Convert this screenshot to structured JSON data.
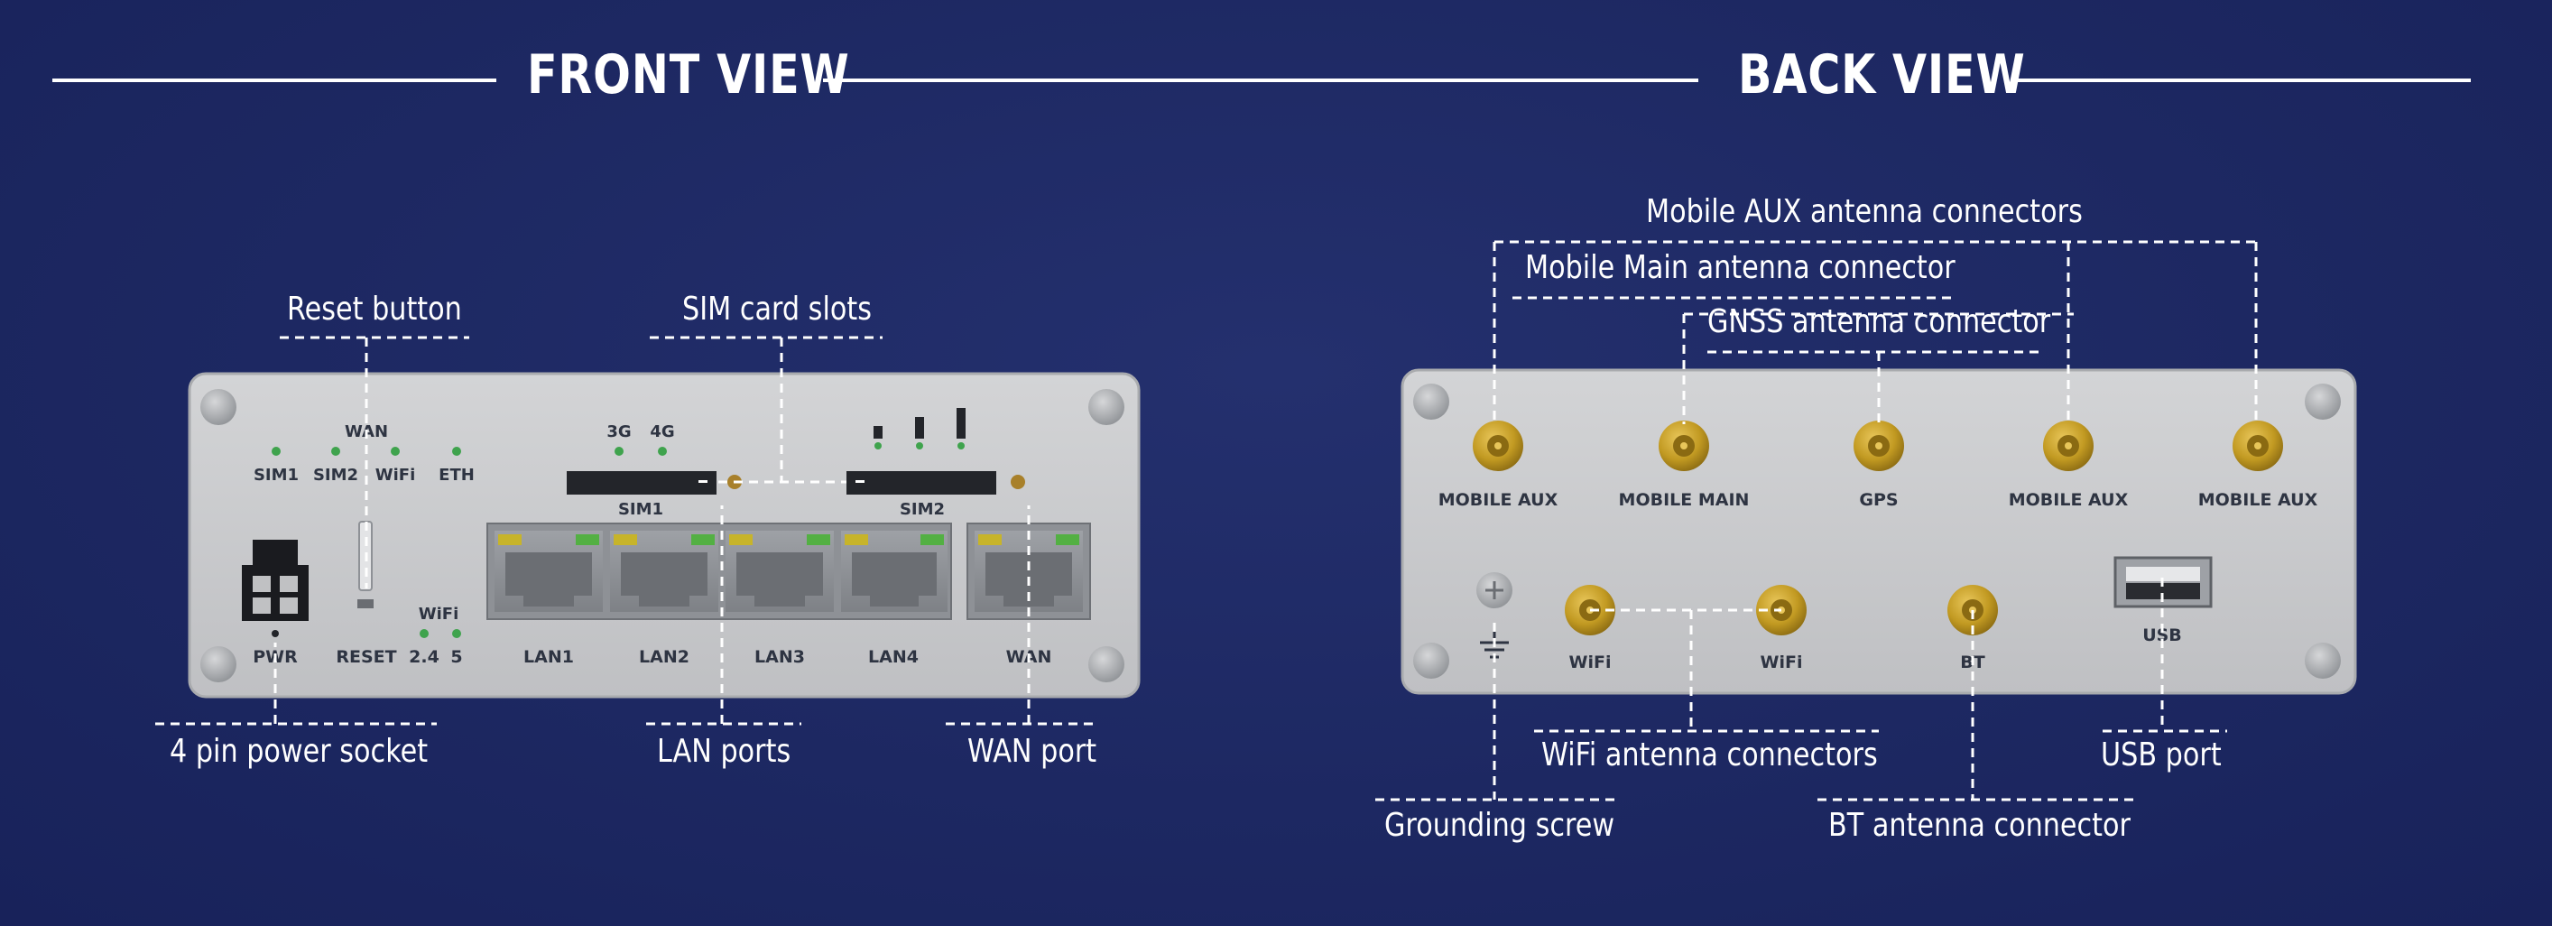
{
  "headings": {
    "front": "FRONT VIEW",
    "back": "BACK VIEW"
  },
  "front": {
    "callouts": {
      "reset": "Reset button",
      "sim_slots": "SIM card slots",
      "power": "4 pin power socket",
      "lan": "LAN ports",
      "wan": "WAN port"
    },
    "panel": {
      "led_top": "WAN",
      "leds": [
        "SIM1",
        "SIM2",
        "WiFi",
        "ETH"
      ],
      "sim_leds": [
        "3G",
        "4G"
      ],
      "sim1": "SIM1",
      "sim2": "SIM2",
      "wifi_leds": "WiFi",
      "bottom": [
        "PWR",
        "RESET",
        "2.4",
        "5",
        "LAN1",
        "LAN2",
        "LAN3",
        "LAN4",
        "WAN"
      ]
    }
  },
  "back": {
    "callouts": {
      "aux": "Mobile AUX antenna connectors",
      "main": "Mobile Main antenna connector",
      "gnss": "GNSS antenna connector",
      "wifi": "WiFi antenna connectors",
      "usb": "USB port",
      "ground": "Grounding screw",
      "bt": "BT antenna connector"
    },
    "panel": {
      "top_connectors": [
        "MOBILE AUX",
        "MOBILE MAIN",
        "GPS",
        "MOBILE AUX",
        "MOBILE AUX"
      ],
      "bottom_connectors": [
        "WiFi",
        "WiFi",
        "BT",
        "USB"
      ]
    }
  },
  "colors": {
    "background": "#1d2862",
    "panel": "#c9cacc",
    "panel_edge": "#a9abae",
    "connector_gold": "#c9a227",
    "led_green": "#3fa34d",
    "port_body": "#8e9196",
    "port_led_yellow": "#c7b42a",
    "port_led_green": "#53b043"
  }
}
